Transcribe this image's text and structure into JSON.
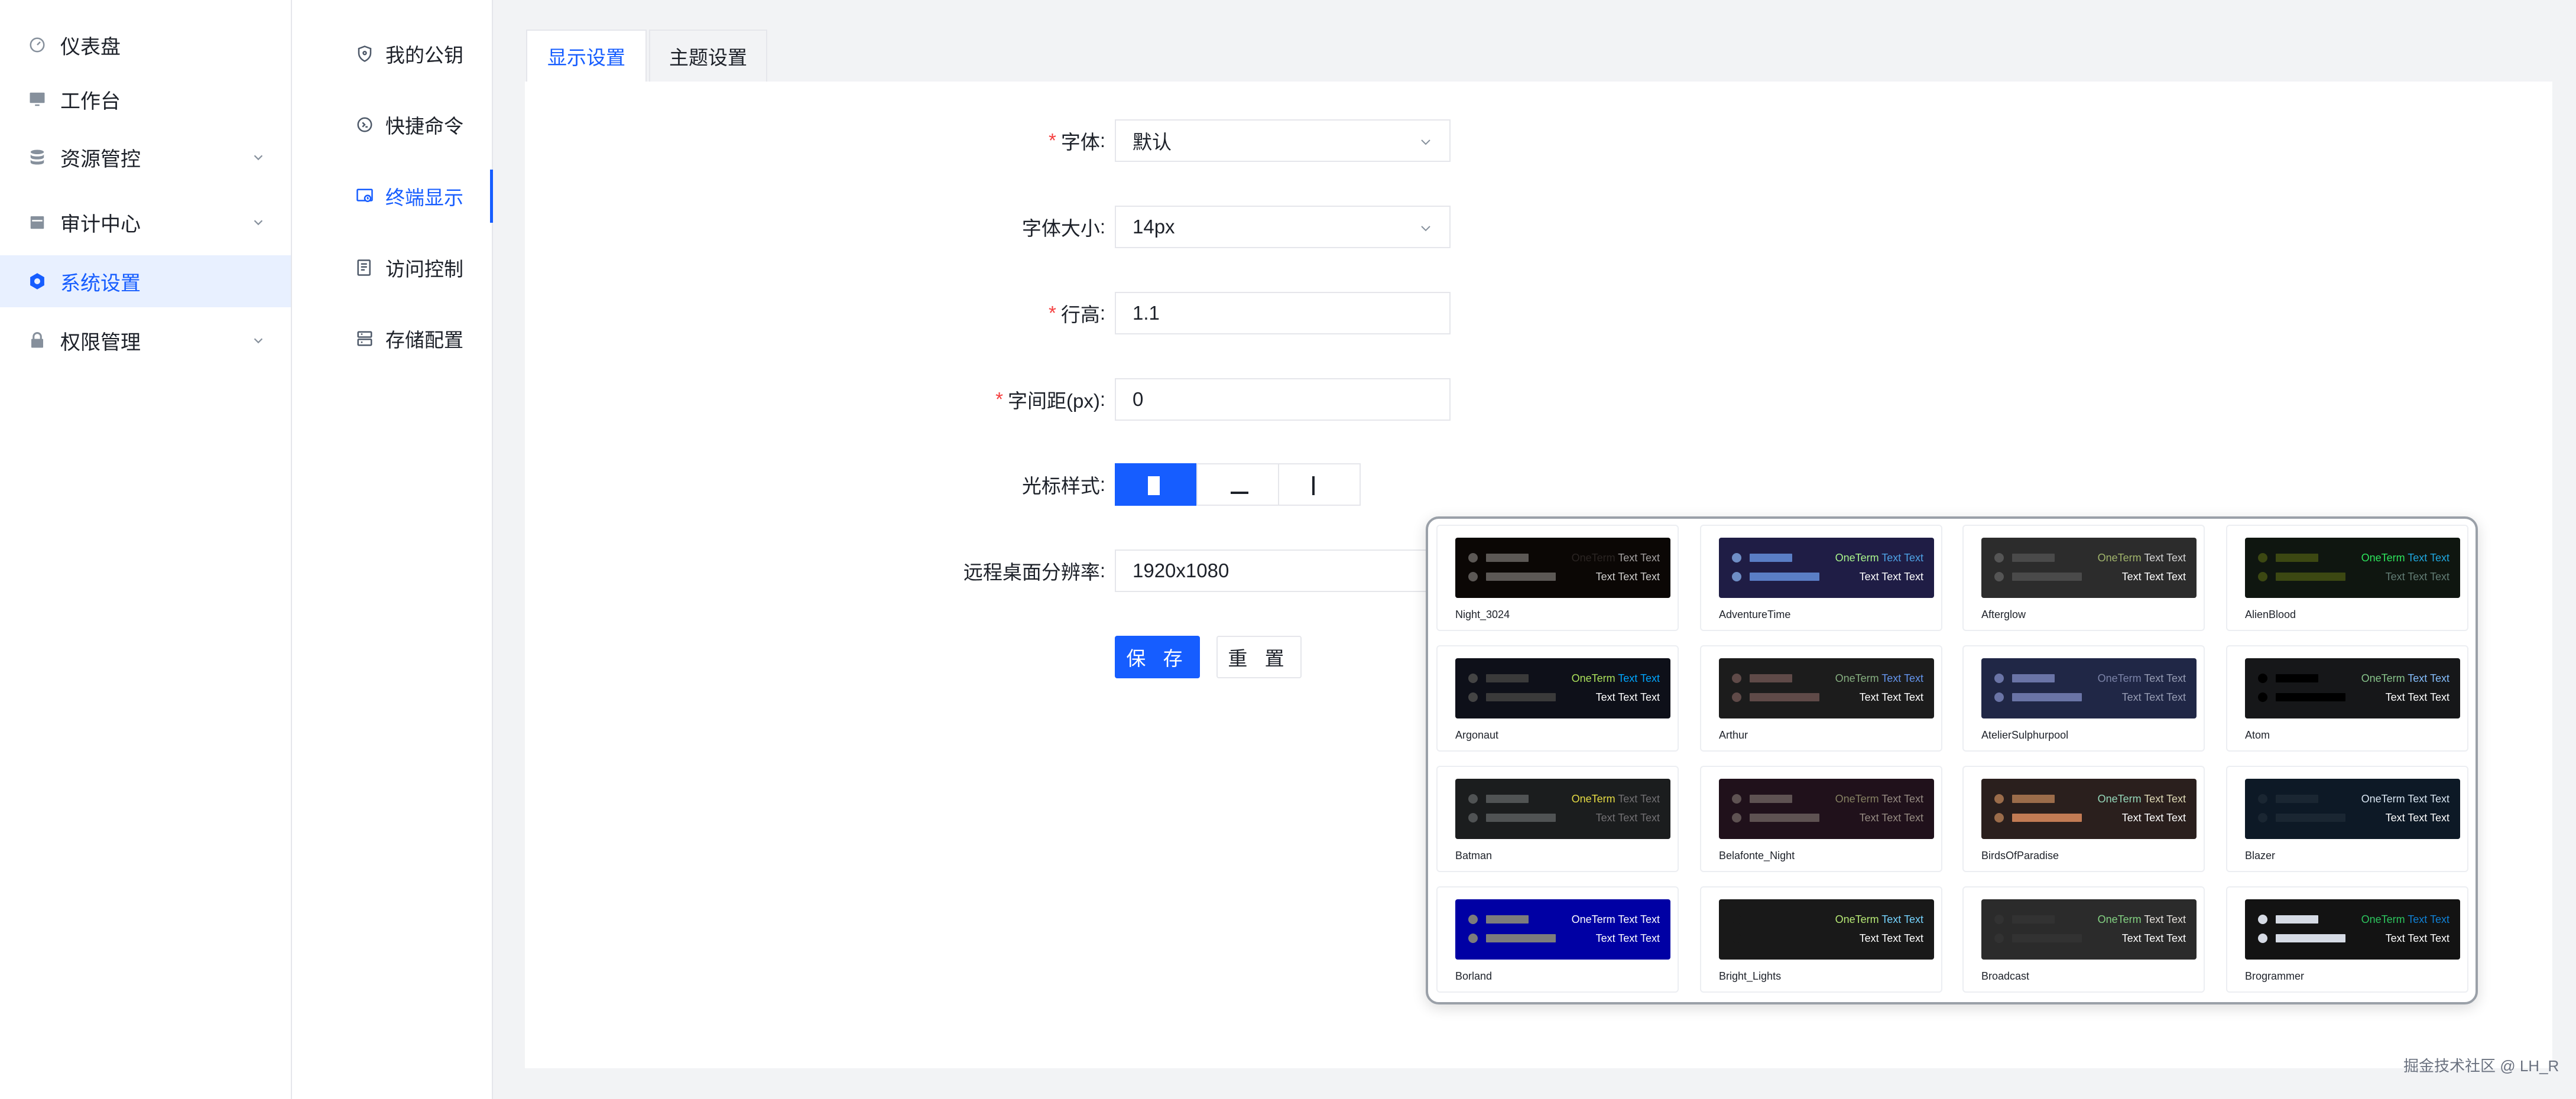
{
  "nav": {
    "items": [
      {
        "label": "仪表盘",
        "icon": "dashboard-icon",
        "has_arrow": false,
        "active": false
      },
      {
        "label": "工作台",
        "icon": "workbench-icon",
        "has_arrow": false,
        "active": false
      },
      {
        "label": "资源管控",
        "icon": "database-icon",
        "has_arrow": true,
        "active": false
      },
      {
        "label": "审计中心",
        "icon": "calendar-icon",
        "has_arrow": true,
        "active": false
      },
      {
        "label": "系统设置",
        "icon": "settings-icon",
        "has_arrow": false,
        "active": true
      },
      {
        "label": "权限管理",
        "icon": "lock-icon",
        "has_arrow": true,
        "active": false
      }
    ]
  },
  "subnav": {
    "items": [
      {
        "label": "我的公钥",
        "icon": "shield-icon",
        "active": false
      },
      {
        "label": "快捷命令",
        "icon": "command-icon",
        "active": false
      },
      {
        "label": "终端显示",
        "icon": "terminal-display-icon",
        "active": true
      },
      {
        "label": "访问控制",
        "icon": "access-control-icon",
        "active": false
      },
      {
        "label": "存储配置",
        "icon": "storage-icon",
        "active": false
      }
    ]
  },
  "tabs": [
    {
      "label": "显示设置",
      "active": true
    },
    {
      "label": "主题设置",
      "active": false
    }
  ],
  "form": {
    "font": {
      "label": "字体",
      "required": true,
      "value": "默认"
    },
    "font_size": {
      "label": "字体大小",
      "required": false,
      "value": "14px"
    },
    "line_height": {
      "label": "行高",
      "required": true,
      "value": "1.1"
    },
    "letter_spacing": {
      "label": "字间距(px)",
      "required": true,
      "value": "0"
    },
    "cursor_style": {
      "label": "光标样式",
      "required": false,
      "options": [
        "block",
        "underline",
        "bar"
      ],
      "selected": "block"
    },
    "resolution": {
      "label": "远程桌面分辨率",
      "required": false,
      "value": "1920x1080"
    },
    "colon": ":"
  },
  "buttons": {
    "save": "保 存",
    "reset": "重 置"
  },
  "themes": [
    {
      "name": "Night_3024",
      "bg": "#0b0705",
      "dot": "#5c5855",
      "bar1": "#5c5855",
      "bar2": "#5c5855",
      "c_one": "#2b2523",
      "c_text": "#a5a2a2",
      "c_row2": "#d0cfcd"
    },
    {
      "name": "AdventureTime",
      "bg": "#1f1d45",
      "dot": "#6f8ec5",
      "bar1": "#5a7ec5",
      "bar2": "#5a7ec5",
      "c_one": "#a9f58c",
      "c_text": "#4ea3e6",
      "c_row2": "#ffffff"
    },
    {
      "name": "Afterglow",
      "bg": "#2c2c2c",
      "dot": "#555555",
      "bar1": "#4a4a4a",
      "bar2": "#4a4a4a",
      "c_one": "#a1b56c",
      "c_text": "#d6d6d6",
      "c_row2": "#ffffff"
    },
    {
      "name": "AlienBlood",
      "bg": "#0f1610",
      "dot": "#3c4812",
      "bar1": "#3c4812",
      "bar2": "#3c4812",
      "c_one": "#2de45c",
      "c_text": "#1fa8e0",
      "c_row2": "#637d75"
    },
    {
      "name": "Argonaut",
      "bg": "#0e1019",
      "dot": "#444444",
      "bar1": "#3a3a3a",
      "bar2": "#3a3a3a",
      "c_one": "#abe15b",
      "c_text": "#00a6ff",
      "c_row2": "#ffffff"
    },
    {
      "name": "Arthur",
      "bg": "#1c1c1c",
      "dot": "#5f4a48",
      "bar1": "#5f4a48",
      "bar2": "#5f4a48",
      "c_one": "#86af80",
      "c_text": "#6495ed",
      "c_row2": "#ffffff"
    },
    {
      "name": "AtelierSulphurpool",
      "bg": "#202746",
      "dot": "#6a74a6",
      "bar1": "#6a74a6",
      "bar2": "#6a74a6",
      "c_one": "#7b83a8",
      "c_text": "#979db4",
      "c_row2": "#979db4"
    },
    {
      "name": "Atom",
      "bg": "#161719",
      "dot": "#000000",
      "bar1": "#000000",
      "bar2": "#000000",
      "c_one": "#87c38a",
      "c_text": "#85befd",
      "c_row2": "#ffffff"
    },
    {
      "name": "Batman",
      "bg": "#1b1d1e",
      "dot": "#505354",
      "bar1": "#505354",
      "bar2": "#505354",
      "c_one": "#e6dc44",
      "c_text": "#737174",
      "c_row2": "#737174"
    },
    {
      "name": "Belafonte_Night",
      "bg": "#20111b",
      "dot": "#5e5252",
      "bar1": "#5e5252",
      "bar2": "#5e5252",
      "c_one": "#858162",
      "c_text": "#968c83",
      "c_row2": "#968c83"
    },
    {
      "name": "BirdsOfParadise",
      "bg": "#2a1f1d",
      "dot": "#9b6c4a",
      "bar1": "#9b6c4a",
      "bar2": "#c27b54",
      "c_one": "#95d8ba",
      "c_text": "#e0dbb7",
      "c_row2": "#ffffff"
    },
    {
      "name": "Blazer",
      "bg": "#0d1926",
      "dot": "#1a2632",
      "bar1": "#1a2632",
      "bar2": "#1a2632",
      "c_one": "#d9e6f2",
      "c_text": "#d9e6f2",
      "c_row2": "#ffffff"
    },
    {
      "name": "Borland",
      "bg": "#0000a4",
      "dot": "#7c7c7c",
      "bar1": "#7c7c7c",
      "bar2": "#7c7c7c",
      "c_one": "#ffffff",
      "c_text": "#ffffff",
      "c_row2": "#ffffff"
    },
    {
      "name": "Bright_Lights",
      "bg": "#191919",
      "dot": "#191919",
      "bar1": "#191919",
      "bar2": "#191919",
      "c_one": "#b6e875",
      "c_text": "#76d4ff",
      "c_row2": "#ffffff"
    },
    {
      "name": "Broadcast",
      "bg": "#2b2b2b",
      "dot": "#323232",
      "bar1": "#323232",
      "bar2": "#323232",
      "c_one": "#83d182",
      "c_text": "#e6e1dc",
      "c_row2": "#ffffff"
    },
    {
      "name": "Brogrammer",
      "bg": "#131313",
      "dot": "#d6dbe5",
      "bar1": "#d6dbe5",
      "bar2": "#d6dbe5",
      "c_one": "#2dc55e",
      "c_text": "#1081d6",
      "c_row2": "#ffffff"
    }
  ],
  "theme_preview_text": {
    "one": "OneTerm",
    "text": "Text Text",
    "row2": "Text Text Text"
  },
  "watermark": "掘金技术社区 @ LH_R"
}
